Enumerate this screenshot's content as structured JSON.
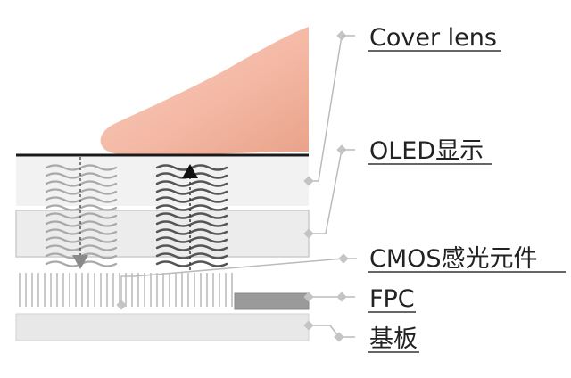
{
  "labels": {
    "cover_lens": "Cover lens",
    "oled": "OLED显示",
    "cmos": "CMOS感光元件",
    "fpc": "FPC",
    "substrate": "基板"
  },
  "colors": {
    "layer_fill": "#ececec",
    "layer_stroke": "#cccccc",
    "wave_light": "#a9a9a9",
    "wave_dark": "#555555",
    "fpc_bar": "#9a9a9a",
    "leader": "#bbbbbb",
    "finger": "#f3b7a3",
    "text": "#222222"
  },
  "icons": {
    "finger": "finger-icon",
    "down_arrow": "down-arrow-icon",
    "up_arrow": "up-arrow-icon"
  }
}
